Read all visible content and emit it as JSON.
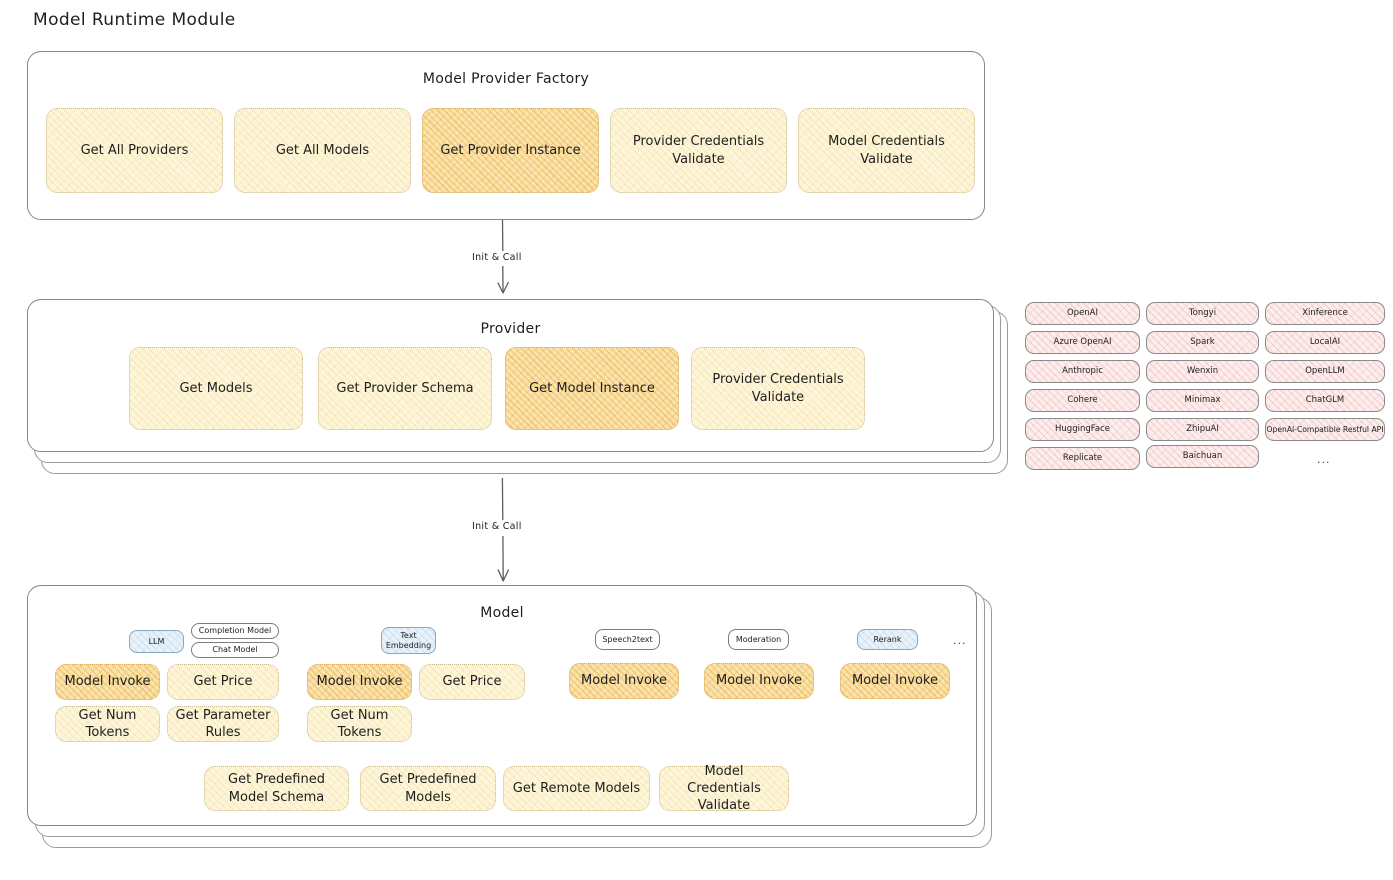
{
  "page": {
    "title": "Model Runtime Module"
  },
  "factory": {
    "title": "Model Provider Factory",
    "chips": [
      {
        "label": "Get All Providers",
        "highlighted": false
      },
      {
        "label": "Get All Models",
        "highlighted": false
      },
      {
        "label": "Get Provider Instance",
        "highlighted": true
      },
      {
        "label": "Provider Credentials Validate",
        "highlighted": false
      },
      {
        "label": "Model Credentials Validate",
        "highlighted": false
      }
    ]
  },
  "arrow_top": {
    "label": "Init & Call"
  },
  "provider": {
    "title": "Provider",
    "chips": [
      {
        "label": "Get Models",
        "highlighted": false
      },
      {
        "label": "Get Provider Schema",
        "highlighted": false
      },
      {
        "label": "Get Model Instance",
        "highlighted": true
      },
      {
        "label": "Provider Credentials Validate",
        "highlighted": false
      }
    ]
  },
  "provider_list": {
    "columns": [
      {
        "items": [
          "OpenAI",
          "Azure OpenAI",
          "Anthropic",
          "Cohere",
          "HuggingFace",
          "Replicate"
        ],
        "ellipsis": false
      },
      {
        "items": [
          "Tongyi",
          "Spark",
          "Wenxin",
          "Minimax",
          "ZhipuAI",
          "Baichuan"
        ],
        "ellipsis": false
      },
      {
        "items": [
          "Xinference",
          "LocalAI",
          "OpenLLM",
          "ChatGLM",
          "OpenAI-Compatible Restful API"
        ],
        "ellipsis": true
      }
    ],
    "ellipsis": "..."
  },
  "arrow_bottom": {
    "label": "Init & Call"
  },
  "model": {
    "title": "Model",
    "ellipsis": "...",
    "types": [
      {
        "badge": "LLM",
        "badge_blue": true,
        "sub_badges": [
          "Completion Model",
          "Chat Model"
        ],
        "methods": [
          {
            "label": "Model Invoke",
            "highlighted": true
          },
          {
            "label": "Get Price",
            "highlighted": false
          },
          {
            "label": "Get Num Tokens",
            "highlighted": false
          },
          {
            "label": "Get Parameter Rules",
            "highlighted": false
          }
        ]
      },
      {
        "badge": "Text\nEmbedding",
        "badge_blue": true,
        "sub_badges": [],
        "methods": [
          {
            "label": "Model Invoke",
            "highlighted": true
          },
          {
            "label": "Get Price",
            "highlighted": false
          },
          {
            "label": "Get Num Tokens",
            "highlighted": false
          }
        ]
      },
      {
        "badge": "Speech2text",
        "badge_blue": false,
        "sub_badges": [],
        "methods": [
          {
            "label": "Model Invoke",
            "highlighted": true
          }
        ]
      },
      {
        "badge": "Moderation",
        "badge_blue": false,
        "sub_badges": [],
        "methods": [
          {
            "label": "Model Invoke",
            "highlighted": true
          }
        ]
      },
      {
        "badge": "Rerank",
        "badge_blue": true,
        "sub_badges": [],
        "methods": [
          {
            "label": "Model Invoke",
            "highlighted": true
          }
        ]
      }
    ],
    "common_methods": [
      {
        "label": "Get Predefined Model Schema"
      },
      {
        "label": "Get Predefined Models"
      },
      {
        "label": "Get Remote Models"
      },
      {
        "label": "Model Credentials Validate"
      }
    ]
  }
}
